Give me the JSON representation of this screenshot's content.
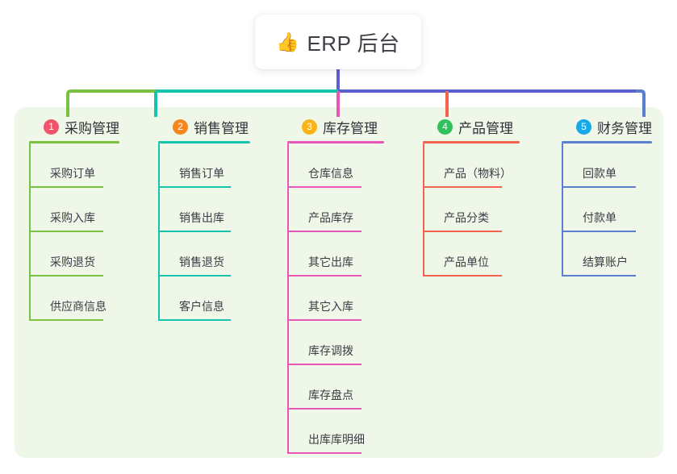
{
  "root": {
    "icon": "thumbs-up-icon",
    "emoji": "👍",
    "title": "ERP 后台"
  },
  "palette": {
    "panel_bg": "#eff7e9",
    "page_bg": "#ffffff",
    "title_text": "#3d3f46",
    "trunk_blue": "#5b5fd0",
    "bar_green": "#7ac143",
    "bar_teal": "#16c3ac",
    "bar_blue": "#5b5fd0"
  },
  "columns": [
    {
      "number": "1",
      "title": "采购管理",
      "badge_color": "#f2556b",
      "line_color": "#7ac143",
      "items": [
        "采购订单",
        "采购入库",
        "采购退货",
        "供应商信息"
      ]
    },
    {
      "number": "2",
      "title": "销售管理",
      "badge_color": "#f5871f",
      "line_color": "#16c3ac",
      "items": [
        "销售订单",
        "销售出库",
        "销售退货",
        "客户信息"
      ]
    },
    {
      "number": "3",
      "title": "库存管理",
      "badge_color": "#fbb31a",
      "line_color": "#e857b7",
      "items": [
        "仓库信息",
        "产品库存",
        "其它出库",
        "其它入库",
        "库存调拨",
        "库存盘点",
        "出库库明细"
      ]
    },
    {
      "number": "4",
      "title": "产品管理",
      "badge_color": "#2fc25b",
      "line_color": "#f4614f",
      "items": [
        "产品（物料）",
        "产品分类",
        "产品单位"
      ]
    },
    {
      "number": "5",
      "title": "财务管理",
      "badge_color": "#18a8e8",
      "line_color": "#5b7fd0",
      "items": [
        "回款单",
        "付款单",
        "结算账户"
      ]
    }
  ],
  "layout": {
    "column_x": [
      36,
      196,
      356,
      524,
      696
    ],
    "column_rule_width": [
      112,
      114,
      120,
      120,
      112
    ],
    "leaf_rule_width": [
      92,
      90,
      92,
      98,
      92
    ]
  }
}
